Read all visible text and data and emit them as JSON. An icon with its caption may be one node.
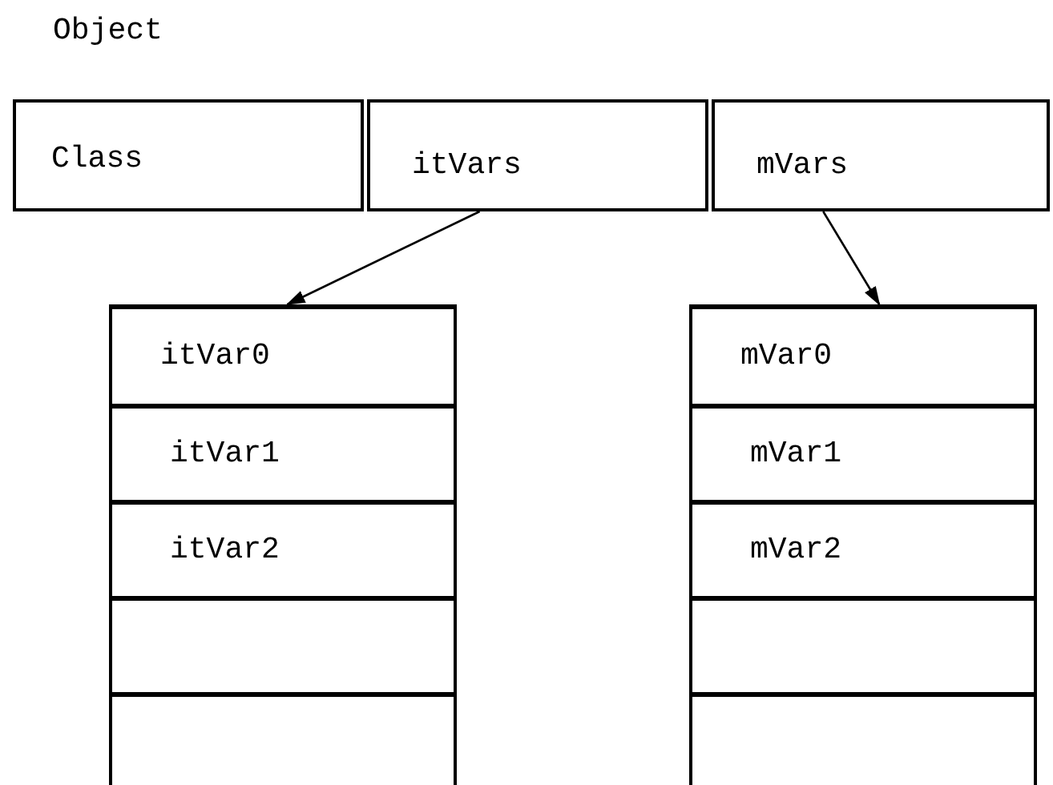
{
  "diagram": {
    "nodes": [
      {
        "text": [
          "Object"
        ]
      },
      {
        "text": [
          "Class"
        ],
        "in": 0
      },
      {
        "text": [
          "itVars"
        ],
        "in": 0
      },
      {
        "text": [
          "mVars"
        ],
        "in": 0
      },
      {
        "text": [],
        "shape": "box"
      },
      {
        "text": [
          "itVar0"
        ],
        "in": 4
      },
      {
        "text": [
          "itVar1"
        ],
        "in": 4
      },
      {
        "text": [
          "itVar2"
        ],
        "in": 4
      },
      {
        "text": [],
        "shape": "box",
        "in": 4
      },
      {
        "text": [],
        "shape": "box",
        "in": 4
      },
      {
        "text": [],
        "shape": "box"
      },
      {
        "text": [
          "mVar0"
        ],
        "in": 10
      },
      {
        "text": [
          "mVar1"
        ],
        "in": 10
      },
      {
        "text": [
          "mVar2"
        ],
        "in": 10
      },
      {
        "text": [],
        "shape": "box",
        "in": 10
      },
      {
        "text": [],
        "shape": "box",
        "in": 10
      }
    ],
    "edges": [
      {
        "from": 2,
        "to": 4,
        "arrow": "to"
      },
      {
        "from": 3,
        "to": 10,
        "arrow": "to"
      }
    ]
  }
}
